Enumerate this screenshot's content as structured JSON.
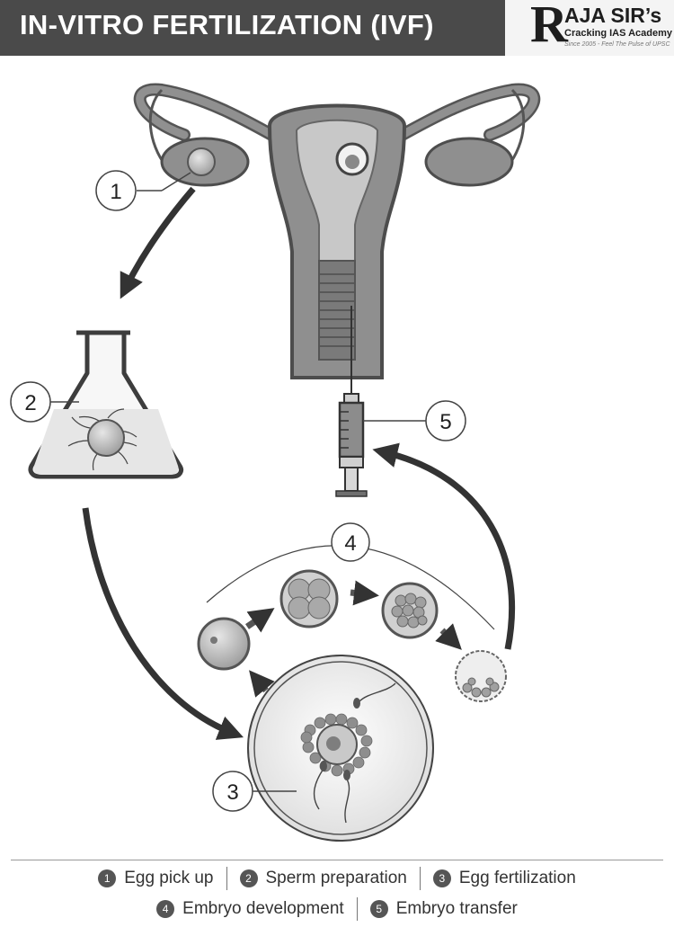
{
  "header": {
    "title": "IN-VITRO FERTILIZATION (IVF)",
    "logo_letter": "R",
    "logo_name": "AJA SIR’s",
    "logo_subtitle": "Cracking IAS Academy",
    "logo_tagline": "Since 2005 - Feel The Pulse of UPSC"
  },
  "steps": [
    {
      "number": "1",
      "label": "Egg pick up"
    },
    {
      "number": "2",
      "label": "Sperm preparation"
    },
    {
      "number": "3",
      "label": "Egg fertilization"
    },
    {
      "number": "4",
      "label": "Embryo development"
    },
    {
      "number": "5",
      "label": "Embryo transfer"
    }
  ],
  "colors": {
    "header_bg": "#4a4a4a",
    "organ": "#8f8f8f",
    "organ_light": "#c8c8c8",
    "arrow": "#333333"
  }
}
